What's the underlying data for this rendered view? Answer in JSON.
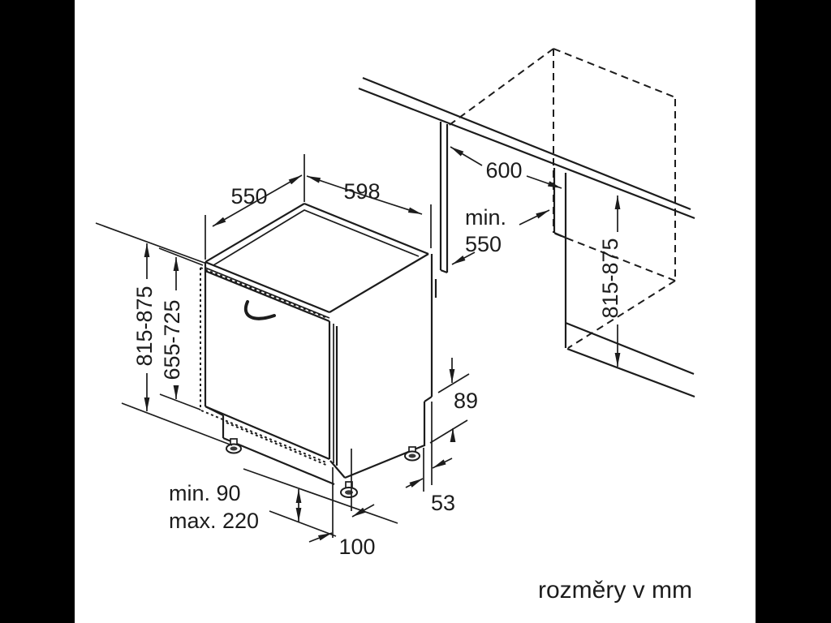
{
  "diagram": {
    "type": "appliance-installation-dimension-drawing",
    "caption": "rozměry v mm",
    "labels": {
      "top_depth": "550",
      "top_width": "598",
      "niche_width": "600",
      "niche_depth_prefix": "min.",
      "niche_depth": "550",
      "appliance_height": "815-875",
      "panel_height": "655-725",
      "niche_height": "815-875",
      "base_rear_height": "89",
      "base_rear_offset": "53",
      "base_front_offset": "100",
      "plinth_min": "min. 90",
      "plinth_max": "max. 220"
    },
    "colors": {
      "line": "#1c1c1c",
      "background": "#ffffff",
      "letterbox": "#000000"
    }
  }
}
